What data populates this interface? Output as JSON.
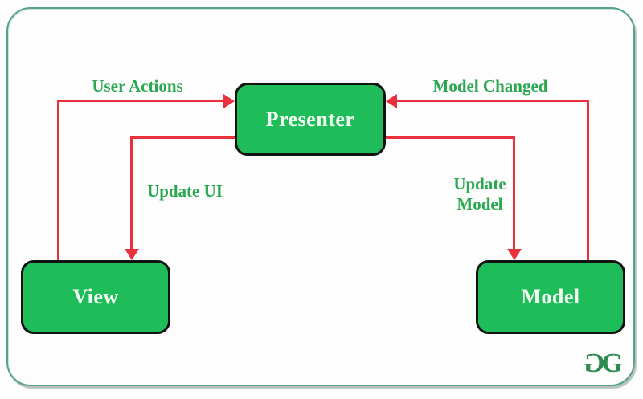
{
  "diagram": {
    "nodes": [
      {
        "id": "presenter",
        "label": "Presenter"
      },
      {
        "id": "view",
        "label": "View"
      },
      {
        "id": "model",
        "label": "Model"
      }
    ],
    "edges": [
      {
        "id": "user-actions",
        "label": "User Actions",
        "from": "view",
        "to": "presenter"
      },
      {
        "id": "model-changed",
        "label": "Model Changed",
        "from": "model",
        "to": "presenter"
      },
      {
        "id": "update-ui",
        "label": "Update UI",
        "from": "presenter",
        "to": "view"
      },
      {
        "id": "update-model",
        "label": "Update Model",
        "from": "presenter",
        "to": "model"
      }
    ]
  },
  "footer": {
    "logo_letter_1": "G",
    "logo_letter_2": "G"
  },
  "colors": {
    "box_fill": "#1fbd5a",
    "box_text": "#f2fdf2",
    "label_green": "#2aa750",
    "arrow_red": "#e9303c",
    "frame_teal": "#55a18a",
    "logo_green": "#2e8b4f"
  }
}
